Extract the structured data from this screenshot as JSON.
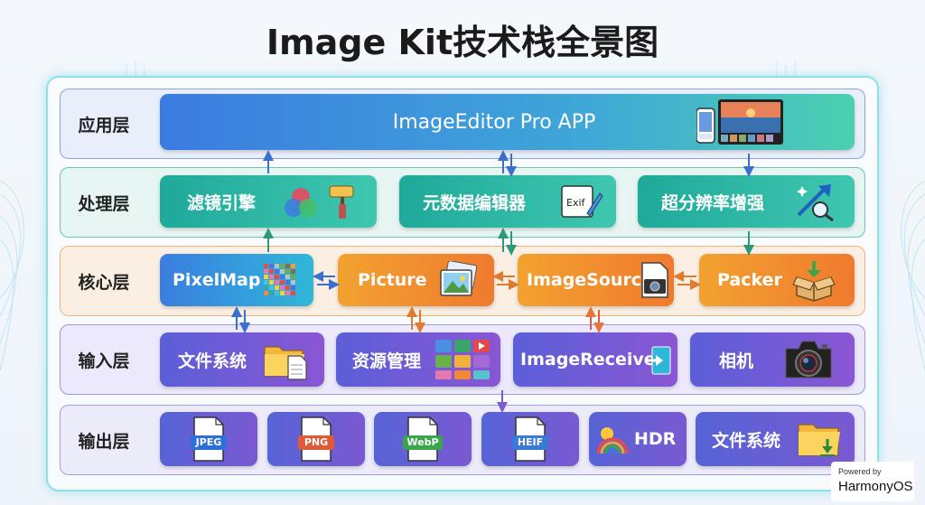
{
  "title": "Image Kit技术栈全景图",
  "layers": {
    "app": {
      "label": "应用层",
      "boxes": [
        {
          "label": "ImageEditor Pro APP",
          "icon": "app-devices-icon"
        }
      ]
    },
    "processing": {
      "label": "处理层",
      "boxes": [
        {
          "label": "滤镜引擎",
          "icon": "filter-paint-icon"
        },
        {
          "label": "元数据编辑器",
          "icon": "exif-edit-icon",
          "icon_text": "Exif"
        },
        {
          "label": "超分辨率增强",
          "icon": "upscale-magnify-icon"
        }
      ]
    },
    "core": {
      "label": "核心层",
      "boxes": [
        {
          "label": "PixelMap",
          "icon": "pixel-grid-icon"
        },
        {
          "label": "Picture",
          "icon": "picture-stack-icon"
        },
        {
          "label": "ImageSource",
          "icon": "camera-file-icon"
        },
        {
          "label": "Packer",
          "icon": "package-box-icon"
        }
      ]
    },
    "input": {
      "label": "输入层",
      "boxes": [
        {
          "label": "文件系统",
          "icon": "folder-doc-icon"
        },
        {
          "label": "资源管理",
          "icon": "resource-grid-icon"
        },
        {
          "label": "ImageReceiver",
          "icon": "receiver-arrow-icon"
        },
        {
          "label": "相机",
          "icon": "dslr-camera-icon"
        }
      ]
    },
    "output": {
      "label": "输出层",
      "formats": [
        {
          "label": "JPEG",
          "color": "#2f6fd8"
        },
        {
          "label": "PNG",
          "color": "#e05a3a"
        },
        {
          "label": "WebP",
          "color": "#3aa54a"
        },
        {
          "label": "HEIF",
          "color": "#3b79d6"
        }
      ],
      "hdr": {
        "label": "HDR",
        "icon": "hdr-rainbow-icon"
      },
      "filesystem": {
        "label": "文件系统",
        "icon": "folder-download-icon"
      }
    }
  },
  "badge": {
    "line1": "Powered by",
    "line2": "HarmonyOS"
  },
  "colors": {
    "app_grad": [
      "#3b7be0",
      "#4bd0b0"
    ],
    "proc_grad": [
      "#1fa99a",
      "#3fc7b0"
    ],
    "core_blue": [
      "#3a7ee0",
      "#2fb7d8"
    ],
    "core_orange": [
      "#f2a230",
      "#f07a2e"
    ],
    "input_grad": [
      "#5b5fd8",
      "#8a56d4"
    ],
    "output_grad": [
      "#5664d6",
      "#7a59d2"
    ]
  }
}
